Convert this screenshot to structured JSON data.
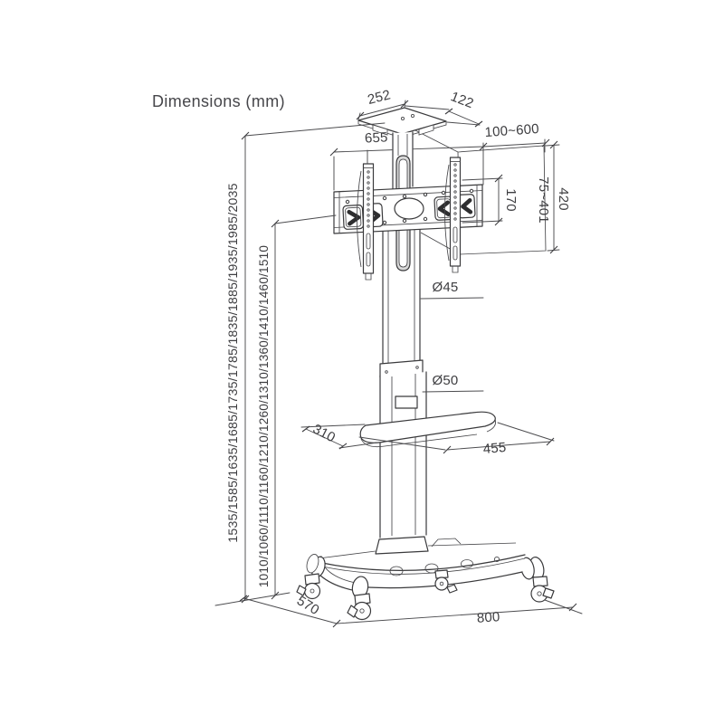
{
  "page": {
    "title": "Dimensions (mm)",
    "unit": "mm",
    "ink_color": "#3a3a3c",
    "dim_color": "#4c4c4f",
    "background_color": "#ffffff"
  },
  "dims": {
    "top_plate_width": "252",
    "top_plate_depth": "122",
    "mount_bar_width": "655",
    "vesa_width_range": "100~600",
    "bracket_hole_spacing": "170",
    "vesa_height_range": "75~401",
    "mount_plate_height": "420",
    "upper_pole_diameter": "Ø45",
    "lower_pole_diameter": "Ø50",
    "shelf_depth": "310",
    "shelf_width": "455",
    "base_depth": "570",
    "base_width": "800",
    "overall_height_options": "1535/1585/1635/1685/1735/1785/1835/1885/1935/1985/2035",
    "screen_center_height_options": "1010/1060/1110/1160/1210/1260/1310/1360/1410/1460/1510"
  }
}
